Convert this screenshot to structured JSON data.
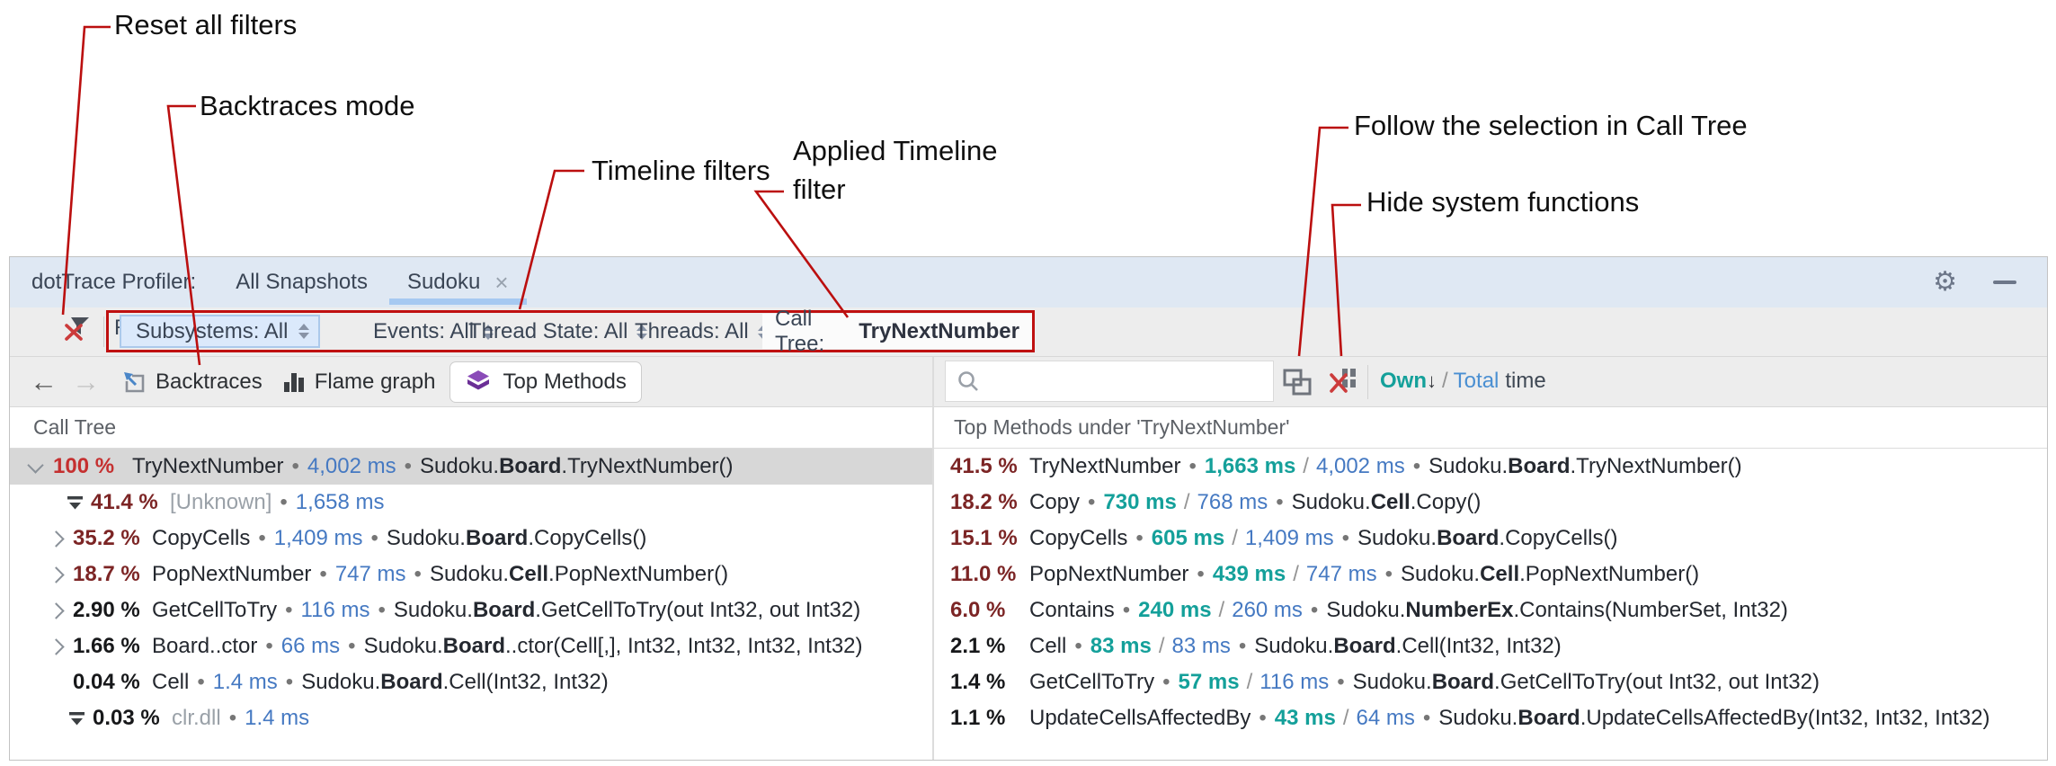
{
  "annotations": {
    "labels": [
      {
        "id": "reset",
        "text": "Reset all filters"
      },
      {
        "id": "backtraces",
        "text": "Backtraces mode"
      },
      {
        "id": "timeline",
        "text": "Timeline filters"
      },
      {
        "id": "applied",
        "text": "Applied Timeline filter"
      },
      {
        "id": "follow",
        "text": "Follow the selection in Call Tree"
      },
      {
        "id": "hide",
        "text": "Hide system functions"
      }
    ],
    "line_color": "#bb0f0f"
  },
  "titlebar": {
    "app_title": "dotTrace Profiler:",
    "tabs": [
      {
        "label": "All Snapshots",
        "active": false
      },
      {
        "label": "Sudoku",
        "active": true,
        "close": "×"
      }
    ]
  },
  "filter_bar": {
    "reset_label": "Reset",
    "filters": [
      {
        "label": "Subsystems: All",
        "highlighted": true
      },
      {
        "label": "Events: All"
      },
      {
        "label": "Thread State: All"
      },
      {
        "label": "Threads: All"
      }
    ],
    "applied_filter": {
      "label": "Call Tree:",
      "value": "TryNextNumber"
    }
  },
  "toolbar": {
    "backtraces": "Backtraces",
    "flame_graph": "Flame graph",
    "top_methods": "Top Methods",
    "search_value": "",
    "sort": {
      "own": "Own",
      "arrow": "↓",
      "separator": "/",
      "total": "Total",
      "suffix": "time"
    }
  },
  "call_tree": {
    "header": "Call Tree",
    "rows": [
      {
        "marker": "chevron-down",
        "indent": 20,
        "pct": "100 %",
        "pctClass": "red",
        "name": "TryNextNumber",
        "ms": "4,002 ms",
        "sig": {
          "pre": "Sudoku.",
          "bold": "Board",
          "post": ".TryNextNumber()"
        },
        "selected": true
      },
      {
        "marker": "funnel",
        "indent": 62,
        "pct": "41.4 %",
        "pctClass": "maroon",
        "name": "[Unknown]",
        "nameGray": true,
        "ms": "1,658 ms"
      },
      {
        "marker": "chevron-right",
        "indent": 42,
        "pct": "35.2 %",
        "pctClass": "maroon",
        "name": "CopyCells",
        "ms": "1,409 ms",
        "sig": {
          "pre": "Sudoku.",
          "bold": "Board",
          "post": ".CopyCells()"
        }
      },
      {
        "marker": "chevron-right",
        "indent": 42,
        "pct": "18.7 %",
        "pctClass": "maroon",
        "name": "PopNextNumber",
        "ms": "747 ms",
        "sig": {
          "pre": "Sudoku.",
          "bold": "Cell",
          "post": ".PopNextNumber()"
        }
      },
      {
        "marker": "chevron-right",
        "indent": 42,
        "pct": "2.90 %",
        "pctClass": "dark",
        "name": "GetCellToTry",
        "ms": "116 ms",
        "sig": {
          "pre": "Sudoku.",
          "bold": "Board",
          "post": ".GetCellToTry(out Int32, out Int32)"
        }
      },
      {
        "marker": "chevron-right",
        "indent": 42,
        "pct": "1.66 %",
        "pctClass": "dark",
        "name": "Board..ctor",
        "ms": "66 ms",
        "sig": {
          "pre": "Sudoku.",
          "bold": "Board",
          "post": "..ctor(Cell[,], Int32, Int32, Int32, Int32)"
        }
      },
      {
        "marker": null,
        "indent": 70,
        "pct": "0.04 %",
        "pctClass": "dark",
        "name": "Cell",
        "ms": "1.4 ms",
        "sig": {
          "pre": "Sudoku.",
          "bold": "Board",
          "post": ".Cell(Int32, Int32)"
        }
      },
      {
        "marker": "funnel",
        "indent": 64,
        "pct": "0.03 %",
        "pctClass": "dark",
        "name": "clr.dll",
        "nameGray": true,
        "ms": "1.4 ms"
      }
    ]
  },
  "top_methods": {
    "header": "Top Methods under 'TryNextNumber'",
    "rows": [
      {
        "pct": "41.5 %",
        "pctClass": "maroon",
        "name": "TryNextNumber",
        "own": "1,663 ms",
        "total": "4,002 ms",
        "sig": {
          "pre": "Sudoku.",
          "bold": "Board",
          "post": ".TryNextNumber()"
        }
      },
      {
        "pct": "18.2 %",
        "pctClass": "maroon",
        "name": "Copy",
        "own": "730 ms",
        "total": "768 ms",
        "sig": {
          "pre": "Sudoku.",
          "bold": "Cell",
          "post": ".Copy()"
        }
      },
      {
        "pct": "15.1 %",
        "pctClass": "maroon",
        "name": "CopyCells",
        "own": "605 ms",
        "total": "1,409 ms",
        "sig": {
          "pre": "Sudoku.",
          "bold": "Board",
          "post": ".CopyCells()"
        }
      },
      {
        "pct": "11.0 %",
        "pctClass": "maroon",
        "name": "PopNextNumber",
        "own": "439 ms",
        "total": "747 ms",
        "sig": {
          "pre": "Sudoku.",
          "bold": "Cell",
          "post": ".PopNextNumber()"
        }
      },
      {
        "pct": "6.0 %",
        "pctClass": "maroon",
        "name": "Contains",
        "own": "240 ms",
        "total": "260 ms",
        "sig": {
          "pre": "Sudoku.",
          "bold": "NumberEx",
          "post": ".Contains(NumberSet, Int32)"
        }
      },
      {
        "pct": "2.1 %",
        "pctClass": "dark",
        "name": "Cell",
        "own": "83 ms",
        "total": "83 ms",
        "sig": {
          "pre": "Sudoku.",
          "bold": "Board",
          "post": ".Cell(Int32, Int32)"
        }
      },
      {
        "pct": "1.4 %",
        "pctClass": "dark",
        "name": "GetCellToTry",
        "own": "57 ms",
        "total": "116 ms",
        "sig": {
          "pre": "Sudoku.",
          "bold": "Board",
          "post": ".GetCellToTry(out Int32, out Int32)"
        }
      },
      {
        "pct": "1.1 %",
        "pctClass": "dark",
        "name": "UpdateCellsAffectedBy",
        "own": "43 ms",
        "total": "64 ms",
        "sig": {
          "pre": "Sudoku.",
          "bold": "Board",
          "post": ".UpdateCellsAffectedBy(Int32, Int32, Int32)"
        }
      }
    ]
  }
}
